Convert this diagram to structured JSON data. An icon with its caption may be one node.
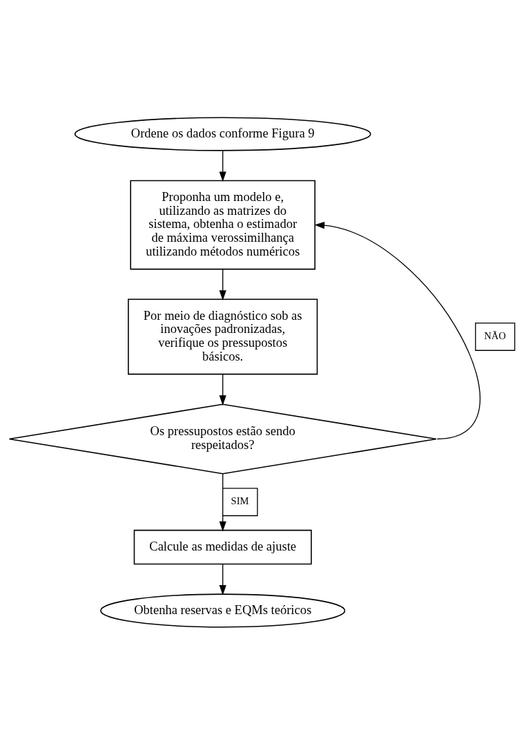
{
  "diagram": {
    "nodes": [
      {
        "text": [
          "Ordene os dados conforme Figura 9"
        ]
      },
      {
        "text": [
          "Proponha um modelo e, utilizando as matrizes do sistema, obtenha o estimador de máxima verossimilhança utilizando métodos numéricos"
        ]
      },
      {
        "text": [
          "Por meio de diagnóstico sob as inovações padronizadas, verifique os pressupostos básicos."
        ]
      },
      {
        "text": [
          "Os pressupostos estão sendo respeitados?"
        ]
      },
      {
        "text": [
          "Calcule as medidas de ajuste"
        ]
      },
      {
        "text": [
          "Obtenha reservas e EQMs teóricos"
        ]
      }
    ],
    "edges": [
      {
        "from": 0,
        "to": 1,
        "arrow": "to"
      },
      {
        "from": 1,
        "to": 2,
        "arrow": "to"
      },
      {
        "from": 2,
        "to": 3,
        "arrow": "to"
      },
      {
        "from": 3,
        "to": 1,
        "arrow": "to",
        "label": "NÃO"
      },
      {
        "from": 3,
        "to": 4,
        "arrow": "to",
        "label": "SIM"
      },
      {
        "from": 4,
        "to": 5,
        "arrow": "to"
      }
    ]
  }
}
